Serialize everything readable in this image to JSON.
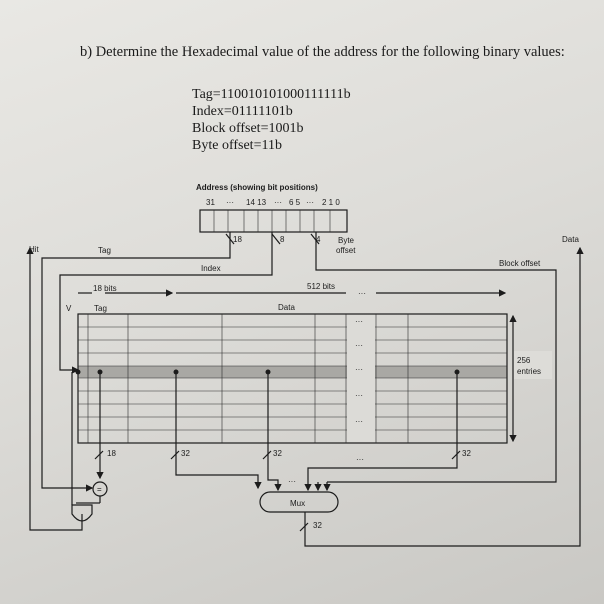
{
  "question": {
    "text": "b) Determine the Hexadecimal value of the address for the following binary values:",
    "values": [
      "Tag=110010101000111111b",
      "Index=01111101b",
      "Block offset=1001b",
      "Byte offset=11b"
    ]
  },
  "diagram": {
    "address_title": "Address (showing bit positions)",
    "bit_positions": {
      "p31": "31",
      "dots1": "···",
      "p14_13": "14 13",
      "dots2": "···",
      "p6_5": "6 5",
      "dots3": "···",
      "p2_1_0": "2 1 0"
    },
    "field_widths": {
      "tag": "18",
      "index": "8",
      "byte": "4"
    },
    "labels": {
      "hit": "Hit",
      "tag": "Tag",
      "index": "Index",
      "byte_offset_line1": "Byte",
      "byte_offset_line2": "offset",
      "data": "Data",
      "block_offset": "Block offset",
      "bits_18": "18 bits",
      "bits_512": "512 bits",
      "col_v": "V",
      "col_tag": "Tag",
      "col_data": "Data",
      "entries_count": "256",
      "entries_label": "entries",
      "mux": "Mux",
      "equal": "=",
      "ellipsis": "···"
    },
    "bus_widths": {
      "tag_out": "18",
      "data1": "32",
      "data2": "32",
      "data4": "32",
      "mux_out": "32"
    }
  }
}
